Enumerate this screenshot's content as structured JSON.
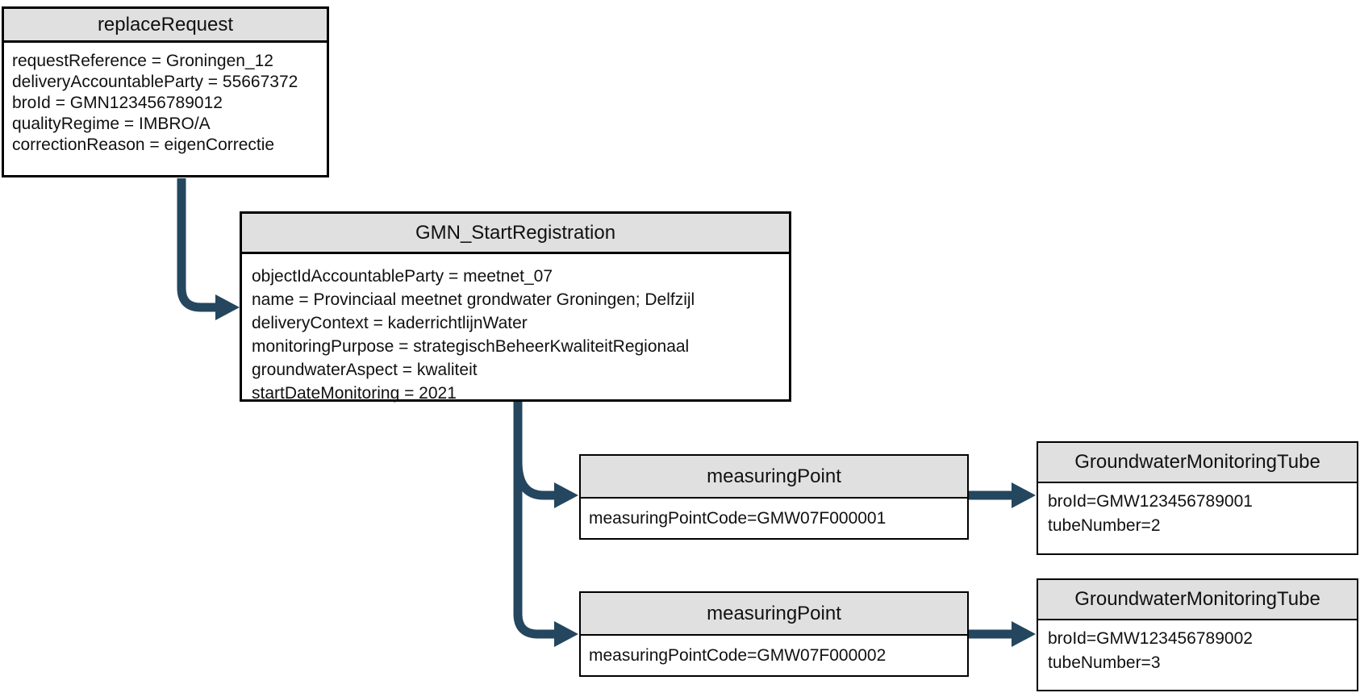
{
  "diagram": {
    "arrow_color": "#24465E",
    "header_fill": "#e0e0e0",
    "nodes": {
      "replaceRequest": {
        "title": "replaceRequest",
        "attributes": [
          "requestReference = Groningen_12",
          "deliveryAccountableParty = 55667372",
          "broId = GMN123456789012",
          "qualityRegime = IMBRO/A",
          "correctionReason = eigenCorrectie"
        ]
      },
      "gmnStartRegistration": {
        "title": "GMN_StartRegistration",
        "attributes": [
          "objectIdAccountableParty = meetnet_07",
          "name = Provinciaal meetnet grondwater Groningen; Delfzijl",
          "deliveryContext = kaderrichtlijnWater",
          "monitoringPurpose = strategischBeheerKwaliteitRegionaal",
          "groundwaterAspect = kwaliteit",
          "startDateMonitoring = 2021"
        ]
      },
      "measuringPoint1": {
        "title": "measuringPoint",
        "attributes": [
          "measuringPointCode=GMW07F000001"
        ]
      },
      "groundwaterMonitoringTube1": {
        "title": "GroundwaterMonitoringTube",
        "attributes": [
          "broId=GMW123456789001",
          "tubeNumber=2"
        ]
      },
      "measuringPoint2": {
        "title": "measuringPoint",
        "attributes": [
          "measuringPointCode=GMW07F000002"
        ]
      },
      "groundwaterMonitoringTube2": {
        "title": "GroundwaterMonitoringTube",
        "attributes": [
          "broId=GMW123456789002",
          "tubeNumber=3"
        ]
      }
    }
  }
}
